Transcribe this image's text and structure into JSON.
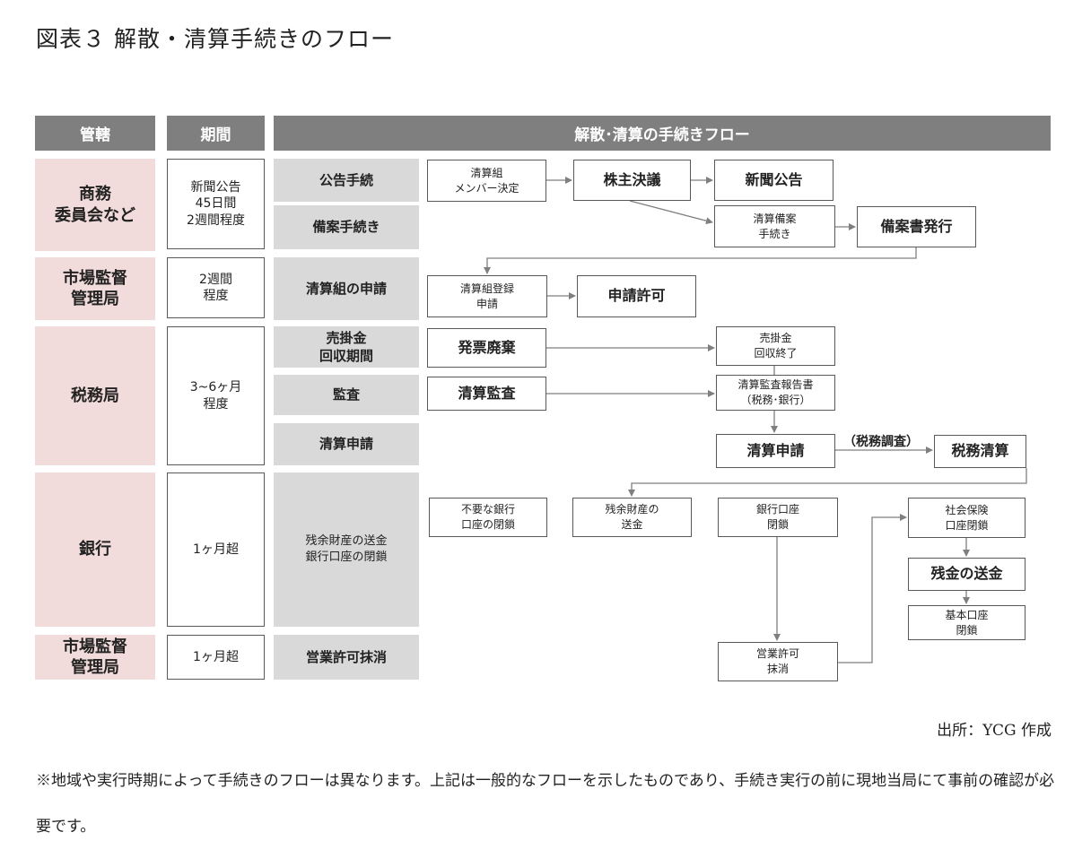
{
  "title": "図表３ 解散・清算手続きのフロー",
  "headers": {
    "jurisdiction": "管轄",
    "period": "期間",
    "flow": "解散･清算の手続きフロー"
  },
  "jurisdictions": [
    "商務\n委員会など",
    "市場監督\n管理局",
    "税務局",
    "銀行",
    "市場監督\n管理局"
  ],
  "periods": [
    "新聞公告\n45日間\n2週間程度",
    "2週間\n程度",
    "3~6ヶ月\n程度",
    "1ヶ月超",
    "1ヶ月超"
  ],
  "steps": [
    "公告手続",
    "備案手続き",
    "清算組の申請",
    "売掛金\n回収期間",
    "監査",
    "清算申請",
    "残余財産の送金\n銀行口座の閉鎖",
    "営業許可抹消"
  ],
  "flow_boxes": {
    "member_decision": "清算組\nメンバー決定",
    "shareholder_resolution": "株主決議",
    "newspaper_notice": "新聞公告",
    "filing_procedure": "清算備案\n手続き",
    "filing_issued": "備案書発行",
    "registration_application": "清算組登録\n申請",
    "application_approval": "申請許可",
    "invoice_disposal": "発票廃棄",
    "receivables_collected": "売掛金\n回収終了",
    "liquidation_audit": "清算監査",
    "audit_report": "清算監査報告書\n（税務･銀行）",
    "liquidation_filing": "清算申請",
    "tax_clearance": "税務清算",
    "close_unneeded_accounts": "不要な銀行\n口座の閉鎖",
    "remit_residual_assets": "残余財産の\n送金",
    "close_bank_account": "銀行口座\n閉鎖",
    "close_social_insurance": "社会保険\n口座閉鎖",
    "remit_balance": "残金の送金",
    "close_basic_account": "基本口座\n閉鎖",
    "cancel_business_license": "営業許可\n抹消"
  },
  "tax_audit_label": "（税務調査）",
  "source": "出所：YCG 作成",
  "note": "※地域や実行時期によって手続きのフローは異なります。上記は一般的なフローを示したものであり、手続き実行の前に現地当局にて事前の確認が必要です。",
  "colors": {
    "header_bg": "#7f7f7f",
    "jurisdiction_bg": "#f2dcdb",
    "step_bg": "#d9d9d9",
    "border": "#595959",
    "arrow": "#7f7f7f"
  }
}
